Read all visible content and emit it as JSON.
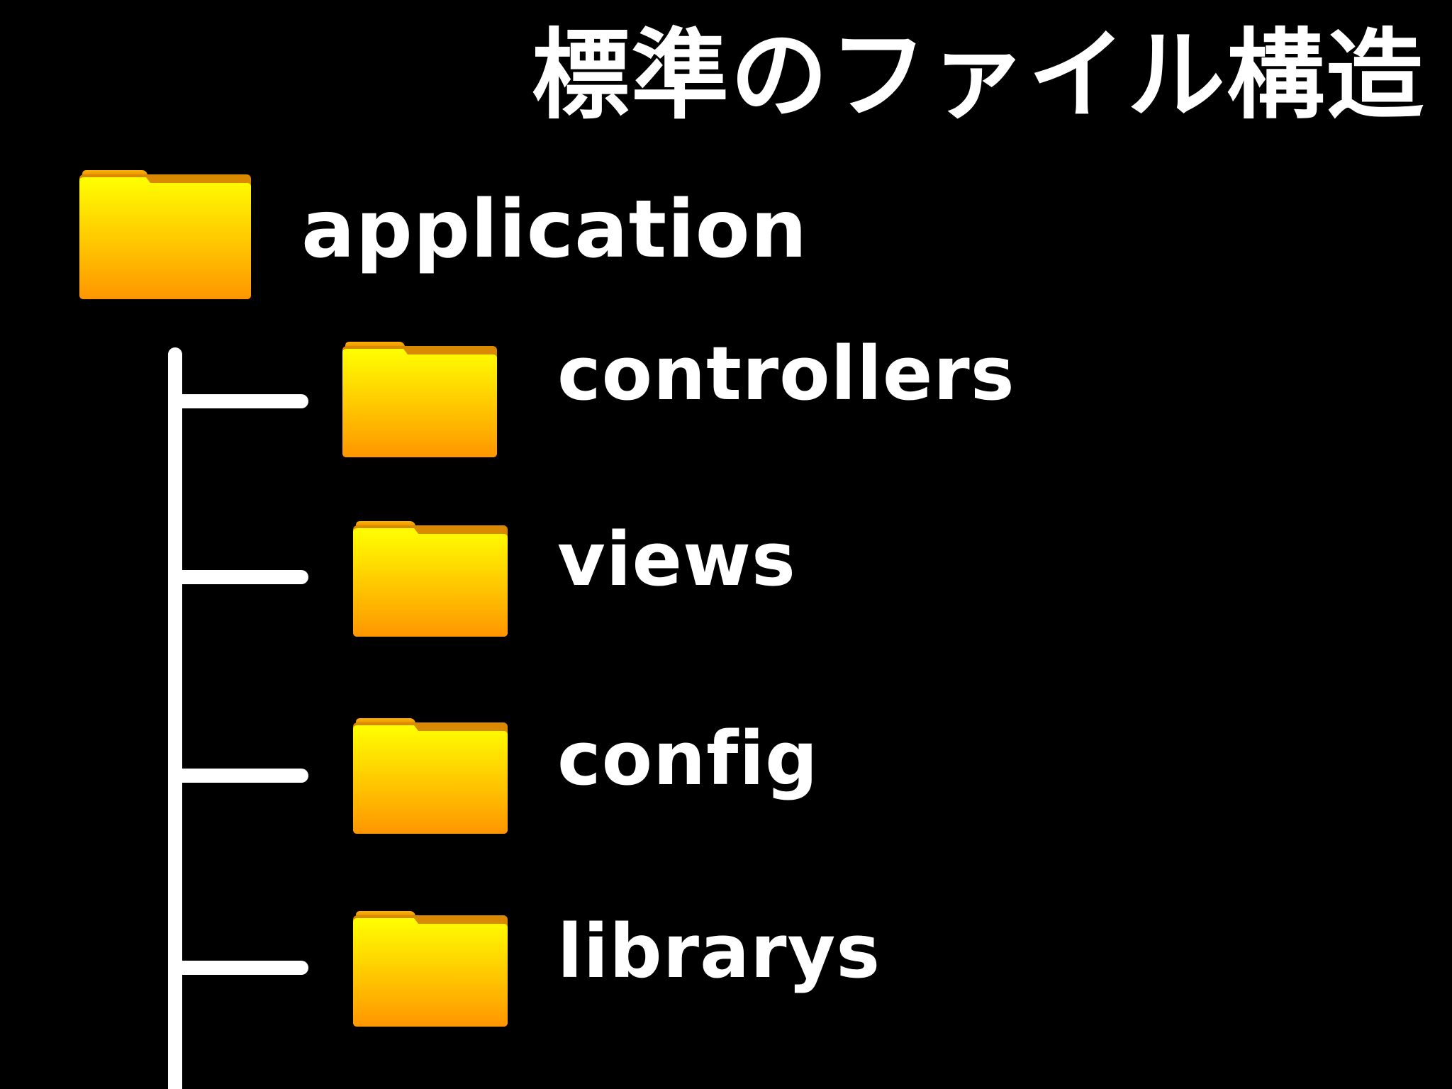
{
  "title": "標準のファイル構造",
  "root": {
    "icon": "folder-icon",
    "label": "application"
  },
  "children": [
    {
      "icon": "folder-icon",
      "label": "controllers"
    },
    {
      "icon": "folder-icon",
      "label": "views"
    },
    {
      "icon": "folder-icon",
      "label": "config"
    },
    {
      "icon": "folder-icon",
      "label": "librarys"
    }
  ],
  "colors": {
    "background": "#000000",
    "text": "#ffffff",
    "folder_top": "#ffff00",
    "folder_bottom": "#ff9900",
    "folder_tab": "#f0a500",
    "tree_line": "#ffffff"
  }
}
